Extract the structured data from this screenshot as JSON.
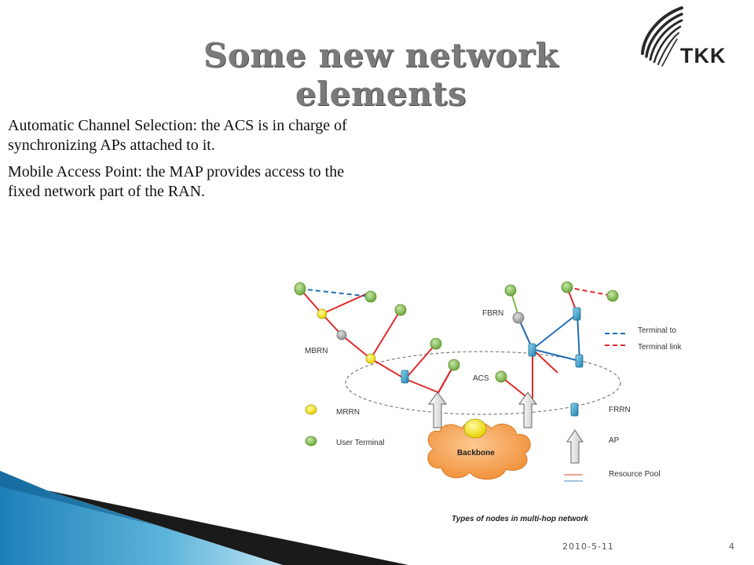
{
  "slide": {
    "title": "Some new network elements",
    "logo_text": "TKK",
    "paragraphs": [
      "Automatic Channel Selection: the ACS is in charge of synchronizing APs attached to it.",
      "Mobile Access Point: the MAP provides access to the fixed network part of the RAN."
    ],
    "footer_date": "2010-5-11",
    "page_number": "4"
  },
  "diagram": {
    "labels": {
      "fbrn": "FBRN",
      "mbrn": "MBRN",
      "acs": "ACS",
      "backbone": "Backbone"
    },
    "legend": {
      "terminal_link_1": "Terminal        to",
      "terminal_link_2": "Terminal link",
      "mrrn": "MRRN",
      "user_terminal": "User Terminal",
      "frrn": "FRRN",
      "ap": "AP",
      "resource_pool": "Resource Pool"
    },
    "caption": "Types of nodes in multi-hop network",
    "colors": {
      "red_link": "#e02a2a",
      "blue_link": "#1f6fb5",
      "green_node": "#7bb84a",
      "yellow_node": "#f2e600",
      "grey_node": "#a0a0a0",
      "ap_node": "#3aa0c8",
      "backbone": "#f7a04a"
    }
  }
}
